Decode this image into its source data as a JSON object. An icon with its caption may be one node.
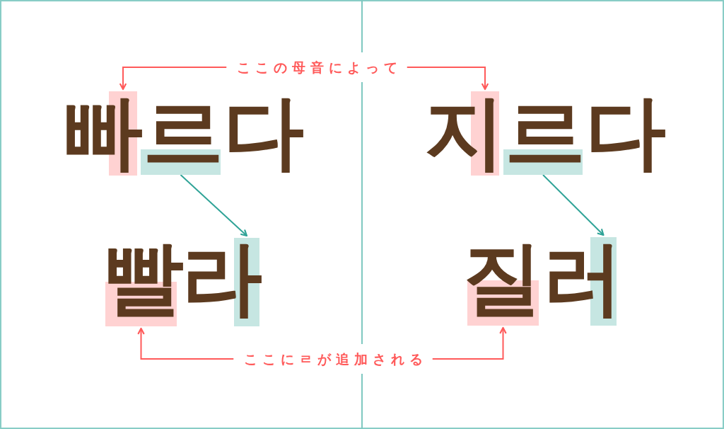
{
  "diagram": {
    "nodes": [
      {
        "text": [
          "ここの母音によって"
        ]
      },
      {
        "text": [],
        "shape": "box"
      },
      {
        "text": [],
        "shape": "box"
      },
      {
        "text": [],
        "shape": "box"
      },
      {
        "text": [],
        "shape": "box"
      },
      {
        "text": [],
        "shape": "box"
      },
      {
        "text": [],
        "shape": "box"
      },
      {
        "text": [],
        "shape": "box"
      },
      {
        "text": [],
        "shape": "box"
      },
      {
        "text": [
          "ここにㄹが追加される"
        ]
      }
    ],
    "edges": [
      {
        "from": 0,
        "to": 1,
        "arrow": "to"
      },
      {
        "from": 0,
        "to": 3,
        "arrow": "to"
      },
      {
        "from": 2,
        "to": 6,
        "arrow": "to",
        "color": "#2fa397"
      },
      {
        "from": 4,
        "to": 8,
        "arrow": "to",
        "color": "#2fa397"
      },
      {
        "from": 9,
        "to": 5,
        "arrow": "to"
      },
      {
        "from": 9,
        "to": 7,
        "arrow": "to"
      }
    ],
    "labels": [
      "빠르다",
      "지르다",
      "빨라",
      "질러"
    ]
  }
}
